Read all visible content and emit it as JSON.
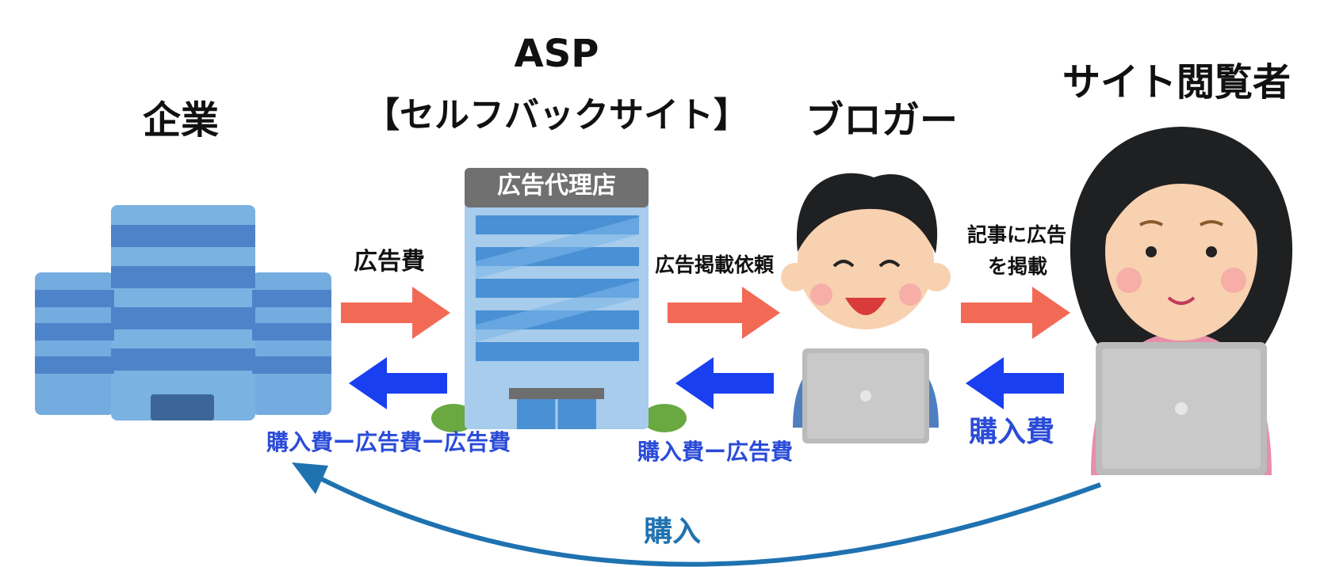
{
  "actors": {
    "company": {
      "label": "企業"
    },
    "asp": {
      "label_line1": "ASP",
      "label_line2": "【セルフバックサイト】",
      "sign": "広告代理店"
    },
    "blogger": {
      "label": "ブロガー"
    },
    "viewer": {
      "label": "サイト閲覧者"
    }
  },
  "flows": {
    "company_to_asp": "広告費",
    "asp_to_blogger": "広告掲載依頼",
    "blogger_to_viewer_line1": "記事に広告",
    "blogger_to_viewer_line2": "を掲載",
    "asp_to_company": "購入費ー広告費ー広告費",
    "blogger_to_asp": "購入費ー広告費",
    "viewer_to_blogger": "購入費",
    "purchase": "購入"
  },
  "colors": {
    "forward_arrow": "#f26a55",
    "return_arrow": "#1a3ff0",
    "purchase_arc": "#1f72b0",
    "building": "#6fa8dc",
    "building_stripe": "#4a7fc6"
  }
}
